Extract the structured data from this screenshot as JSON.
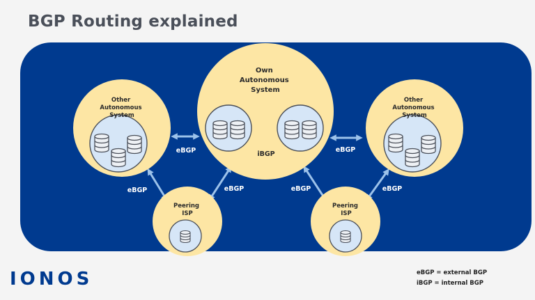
{
  "title": "BGP Routing explained",
  "nodes": {
    "left_as": [
      "Other",
      "Autonomous",
      "System"
    ],
    "own_as": [
      "Own",
      "Autonomous",
      "System"
    ],
    "right_as": [
      "Other",
      "Autonomous",
      "System"
    ],
    "left_isp": [
      "Peering",
      "ISP"
    ],
    "right_isp": [
      "Peering",
      "ISP"
    ]
  },
  "links": {
    "ebgp_left": "eBGP",
    "ibgp": "iBGP",
    "ebgp_right": "eBGP",
    "ebgp_left_isp_outer": "eBGP",
    "ebgp_left_isp_inner": "eBGP",
    "ebgp_right_isp_inner": "eBGP",
    "ebgp_right_isp_outer": "eBGP"
  },
  "logo": "IONOS",
  "legend": {
    "ebgp": "eBGP = external BGP",
    "ibgp": "iBGP = internal BGP"
  },
  "colors": {
    "background": "#f4f4f4",
    "panel": "#003a8f",
    "as_fill": "#fde6a4",
    "inner_circle": "#d6e6f7",
    "arrow": "#9cc2ea",
    "title": "#4a4f59"
  }
}
